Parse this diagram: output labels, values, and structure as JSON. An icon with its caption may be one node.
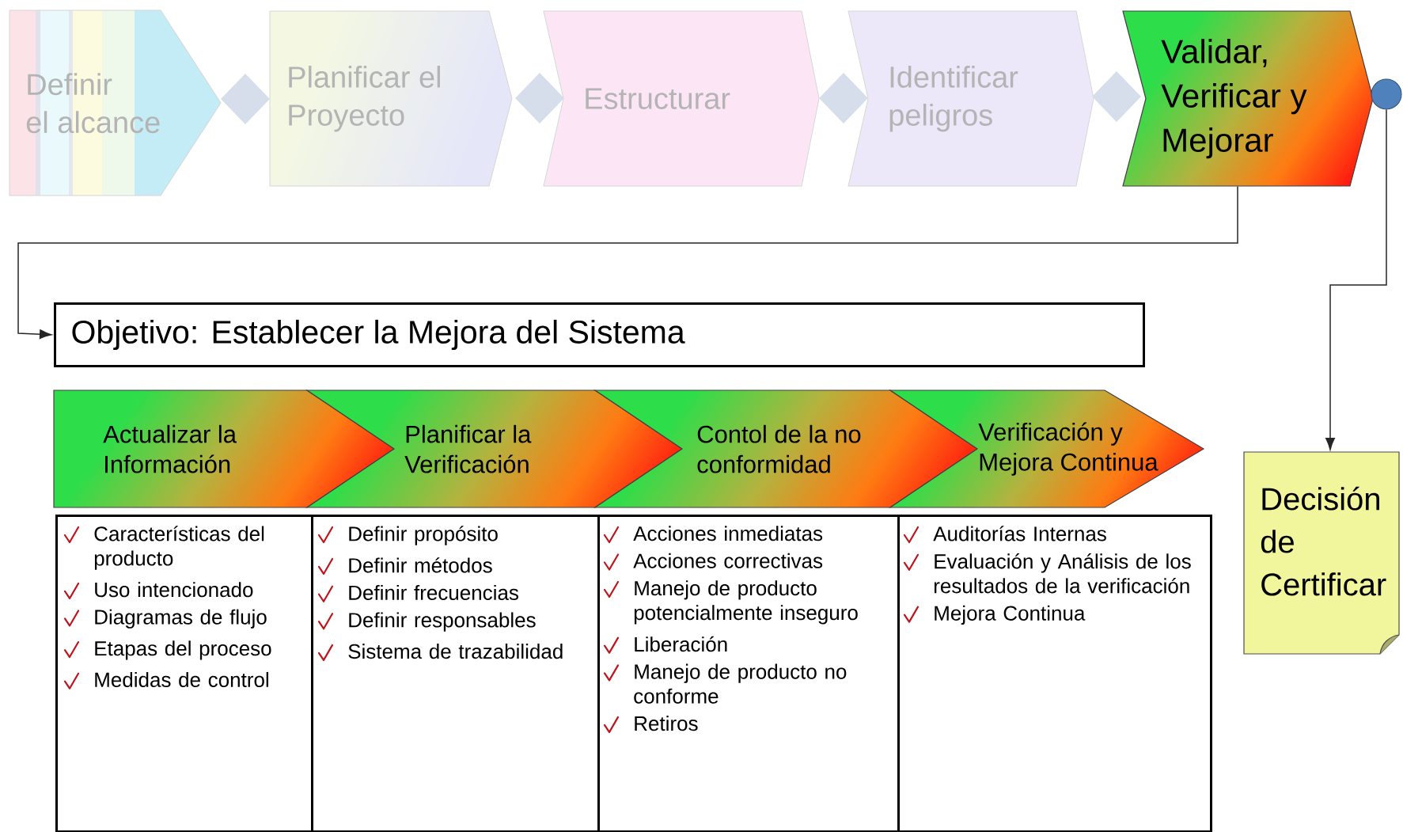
{
  "diagram": {
    "nodes": [
      {
        "text": [
          "Definir el alcance"
        ]
      },
      {
        "text": [],
        "shape": "diamond"
      },
      {
        "text": [
          "Planificar el Proyecto"
        ]
      },
      {
        "text": [],
        "shape": "diamond"
      },
      {
        "text": [
          "Estructurar"
        ]
      },
      {
        "text": [],
        "shape": "diamond"
      },
      {
        "text": [
          "Identificar peligros"
        ]
      },
      {
        "text": [],
        "shape": "diamond"
      },
      {
        "text": [
          "Validar, Verificar y Mejorar"
        ]
      },
      {
        "text": [],
        "shape": "circle"
      },
      {
        "text": [
          "Objetivo: Establecer la Mejora del Sistema"
        ]
      },
      {
        "text": [
          "Actualizar la Información"
        ]
      },
      {
        "text": [
          "Planificar la Verificación"
        ]
      },
      {
        "text": [
          "Contol de la no conformidad"
        ]
      },
      {
        "text": [
          "Verificación y Mejora Continua"
        ]
      },
      {
        "text": [
          "Características del producto",
          "Uso intencionado",
          "Diagramas de flujo",
          "Etapas del proceso",
          "Medidas de control"
        ]
      },
      {
        "text": [
          "Definir propósito",
          "Definir métodos",
          "Definir frecuencias",
          "Definir responsables",
          "Sistema de trazabilidad"
        ]
      },
      {
        "text": [
          "Acciones inmediatas",
          "Acciones correctivas",
          "Manejo de producto potencialmente inseguro",
          "Liberación",
          "Manejo de producto no conforme",
          "Retiros"
        ]
      },
      {
        "text": [
          "Auditorías Internas",
          "Evaluación y Análisis de los resultados de la verificación",
          "Mejora Continua"
        ]
      },
      {
        "text": [
          "Decisión de Certificar"
        ]
      }
    ],
    "edges": [
      {
        "from": 8,
        "to": 10,
        "arrow": "to"
      },
      {
        "from": 9,
        "to": 19,
        "arrow": "to"
      }
    ]
  }
}
